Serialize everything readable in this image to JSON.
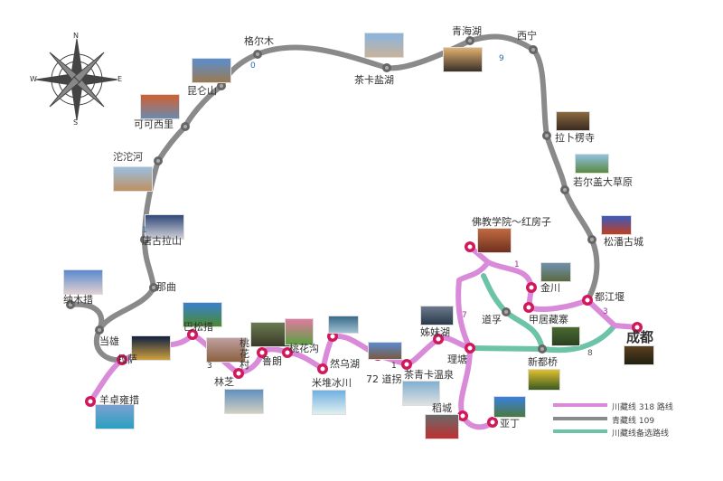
{
  "compass": {
    "n": "N",
    "s": "S",
    "e": "E",
    "w": "W"
  },
  "places": {
    "xining": "西宁",
    "qinghaihu": "青海湖",
    "chaka": "茶卡盐湖",
    "geermu": "格尔木",
    "kunlun": "昆仑山",
    "kekexili": "可可西里",
    "tuotuohe": "沱沱河",
    "tanggula": "唐古拉山",
    "naqu": "那曲",
    "namucuo": "纳木措",
    "dangxiong": "当雄",
    "lasa": "拉萨",
    "yangzhuo": "羊卓雍措",
    "basongcuo": "巴松措",
    "linzhi": "林芝",
    "taohuacun": "桃花村",
    "lulang": "鲁朗",
    "taohuagou": "桃花沟",
    "midui": "米堆冰川",
    "ranwu": "然乌湖",
    "daoguai": "72 道拐",
    "wenquan": "茶青卡温泉",
    "zimeihu": "姊妹湖",
    "litang": "理塘",
    "daocheng": "稻城",
    "yading": "亚丁",
    "fojiao": "佛教学院～红房子",
    "jinchuan": "金川",
    "jiaju": "甲居藏寨",
    "daofu": "道孚",
    "xinduqiao": "新都桥",
    "chengdu": "成都",
    "dujiangyan": "都江堰",
    "songpan": "松潘古城",
    "ruoergai": "若尔盖大草原",
    "labuleng": "拉卜楞寺"
  },
  "segment_numbers": {
    "a": "0",
    "b": "9",
    "c": "1",
    "d": "3",
    "e": "1",
    "f": "7",
    "g": "1",
    "h": "3",
    "i": "8"
  },
  "legend": {
    "r318": "川藏线 318 路线",
    "r109": "青藏线 109",
    "alt": "川藏线备选路线"
  },
  "colors": {
    "r318": "#d98ad8",
    "r109": "#8a8a8a",
    "alt": "#6cc3a8",
    "pin": "#d0195a"
  }
}
